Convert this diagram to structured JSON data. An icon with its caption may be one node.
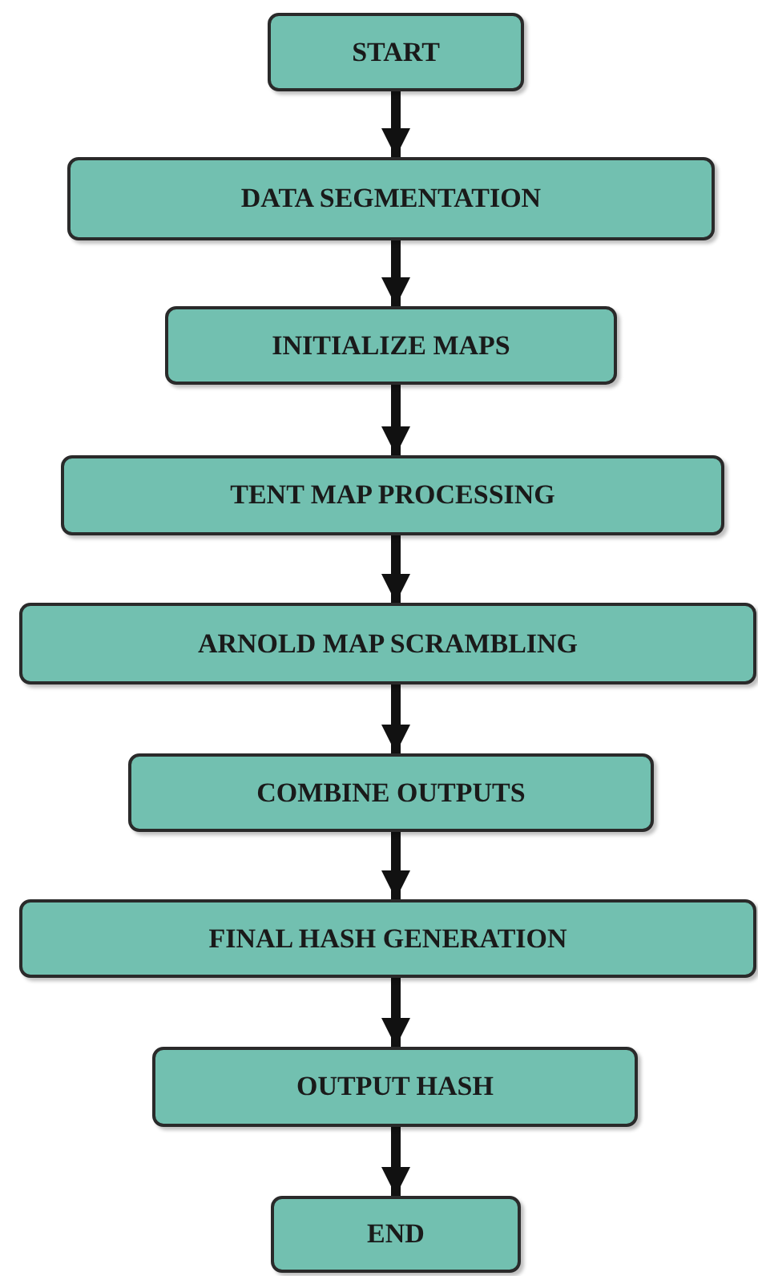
{
  "diagram": {
    "nodes": [
      {
        "text": [
          "START"
        ]
      },
      {
        "text": [
          "DATA SEGMENTATION"
        ]
      },
      {
        "text": [
          "INITIALIZE MAPS"
        ]
      },
      {
        "text": [
          "TENT MAP PROCESSING"
        ]
      },
      {
        "text": [
          "ARNOLD MAP SCRAMBLING"
        ]
      },
      {
        "text": [
          "COMBINE OUTPUTS"
        ]
      },
      {
        "text": [
          "FINAL HASH GENERATION"
        ]
      },
      {
        "text": [
          "OUTPUT HASH"
        ]
      },
      {
        "text": [
          "END"
        ]
      }
    ],
    "edges": [
      {
        "from": 0,
        "to": 1,
        "arrow": "to"
      },
      {
        "from": 1,
        "to": 2,
        "arrow": "to"
      },
      {
        "from": 2,
        "to": 3,
        "arrow": "to"
      },
      {
        "from": 3,
        "to": 4,
        "arrow": "to"
      },
      {
        "from": 4,
        "to": 5,
        "arrow": "to"
      },
      {
        "from": 5,
        "to": 6,
        "arrow": "to"
      },
      {
        "from": 6,
        "to": 7,
        "arrow": "to"
      },
      {
        "from": 7,
        "to": 8,
        "arrow": "to"
      }
    ]
  }
}
